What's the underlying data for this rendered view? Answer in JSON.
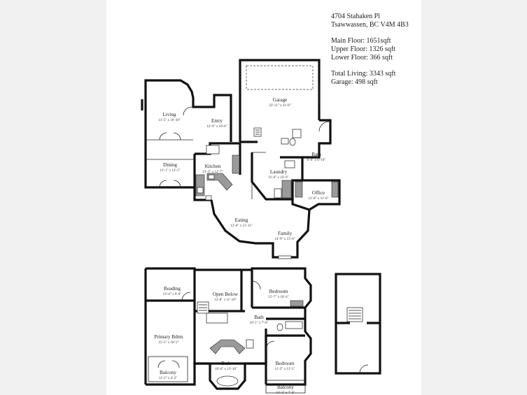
{
  "address": {
    "street": "4704 Stahaken Pl",
    "city": "Tsawwassen, BC V4M 4B3"
  },
  "areas": {
    "main": "Main Floor: 1651sqft",
    "upper": "Upper Floor: 1326 sqft",
    "lower": "Lower Floor: 366 sqft",
    "total": "Total Living: 3343 sqft",
    "garage": "Garage: 498 sqft"
  },
  "main_floor": {
    "garage": {
      "name": "Garage",
      "dim": "23'-11\" x 21'-8\""
    },
    "living": {
      "name": "Living",
      "dim": "13'-5\" x 16'-10\""
    },
    "entry": {
      "name": "Entry",
      "dim": "12'-9\" x 10'-6\""
    },
    "bath": {
      "name": "Bath",
      "dim": "6'-6\" x 6'-10\""
    },
    "dining": {
      "name": "Dining",
      "dim": "15'-1\" x 12'-5\""
    },
    "kitchen": {
      "name": "Kitchen",
      "dim": "13'-3\" x 12'-7\""
    },
    "laundry": {
      "name": "Laundry",
      "dim": "11'-6\" x 10'-9\""
    },
    "office": {
      "name": "Office",
      "dim": "12'-0\" x 11'-0\""
    },
    "eating": {
      "name": "Eating",
      "dim": "12'-6\" x 11'-11\""
    },
    "family": {
      "name": "Family",
      "dim": "14'-9\" x 15'-6\""
    }
  },
  "upper_floor": {
    "reading": {
      "name": "Reading",
      "dim": "13'-4\" x 9'-0\""
    },
    "open_below": {
      "name": "Open Below",
      "dim": "12'-8\" x 11'-10\""
    },
    "bedroom1": {
      "name": "Bedroom",
      "dim": "15'-7\" x 10'-4\""
    },
    "bath1": {
      "name": "Bath",
      "dim": "10'-1\" x 7'-6\""
    },
    "primary": {
      "name": "Primary Bdrm",
      "dim": "15'-5\" x 18'-2\""
    },
    "bath2": {
      "name": "Bath",
      "dim": "16'-6\" x 13'-10\""
    },
    "bedroom2": {
      "name": "Bedroom",
      "dim": "11'-2\" x 13'-5\""
    },
    "balcony1": {
      "name": "Balcony",
      "dim": "11'-2\" x 4'-2\""
    },
    "balcony2": {
      "name": "Balcony",
      "dim": "14'-2\" x 7'-6\""
    }
  }
}
